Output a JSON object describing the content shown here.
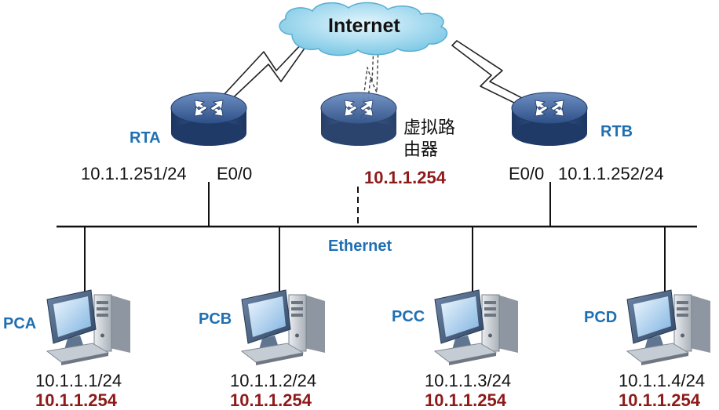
{
  "colors": {
    "device_label": "#1f6fb2",
    "gateway_ip": "#8e1a1a",
    "line": "#111111"
  },
  "cloud": {
    "label": "Internet"
  },
  "ethernet": {
    "label": "Ethernet"
  },
  "routers": {
    "rta": {
      "name": "RTA",
      "ip": "10.1.1.251/24",
      "interface": "E0/0"
    },
    "virtual": {
      "name_line1": "虚拟路",
      "name_line2": "由器",
      "ip": "10.1.1.254"
    },
    "rtb": {
      "name": "RTB",
      "ip": "10.1.1.252/24",
      "interface": "E0/0"
    }
  },
  "pcs": [
    {
      "name": "PCA",
      "ip": "10.1.1.1/24",
      "gateway": "10.1.1.254"
    },
    {
      "name": "PCB",
      "ip": "10.1.1.2/24",
      "gateway": "10.1.1.254"
    },
    {
      "name": "PCC",
      "ip": "10.1.1.3/24",
      "gateway": "10.1.1.254"
    },
    {
      "name": "PCD",
      "ip": "10.1.1.4/24",
      "gateway": "10.1.1.254"
    }
  ]
}
